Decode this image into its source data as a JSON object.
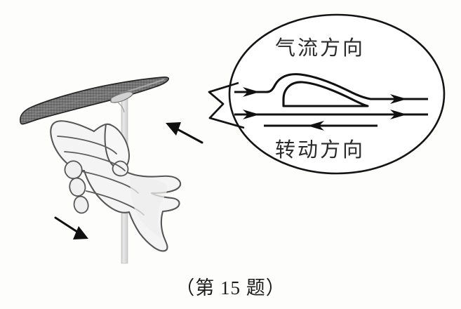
{
  "figure": {
    "caption": "（第 15 题）",
    "question_number": "15",
    "background_color": "#fdfdfc",
    "ink_color": "#1d1d1d"
  },
  "callout": {
    "shape": "ellipse-speech-bubble",
    "airflow_label": "气流方向",
    "rotation_label": "转动方向",
    "airfoil": {
      "name": "airfoil-cross-section",
      "upper_streamline_direction": "right",
      "lower_streamline_direction": "right",
      "rotation_arrow_direction": "left"
    },
    "streamlines": [
      {
        "name": "upper-streamline",
        "direction": "right",
        "label_ref": "气流方向"
      },
      {
        "name": "lower-streamline",
        "direction": "right",
        "label_ref": "气流方向"
      },
      {
        "name": "rotation-streamline",
        "direction": "left",
        "label_ref": "转动方向"
      }
    ]
  },
  "scene": {
    "blade": {
      "name": "propeller-blade",
      "fill_color": "#6f6f6f",
      "stroke_color": "#2a2a2a"
    },
    "stick": {
      "name": "vertical-stick",
      "fill_color": "#d9d9d9",
      "stroke_color": "#c6c6c6"
    },
    "hand": {
      "name": "hand-holding-stick",
      "fill_color": "#f3f3f3",
      "stroke_color": "#595959"
    },
    "pointer_arrow": {
      "name": "callout-pointer-arrow",
      "direction": "up-left"
    },
    "motion_arrow": {
      "name": "hand-motion-arrow",
      "direction": "down-right"
    }
  },
  "chart_data": {
    "type": "diagram",
    "title": "（第 15 题）",
    "annotations": [
      "气流方向",
      "转动方向"
    ],
    "elements": [
      "propeller-blade",
      "vertical-stick",
      "hand",
      "speech-bubble",
      "airfoil-cross-section",
      "upper-streamline",
      "lower-streamline",
      "rotation-streamline"
    ]
  }
}
